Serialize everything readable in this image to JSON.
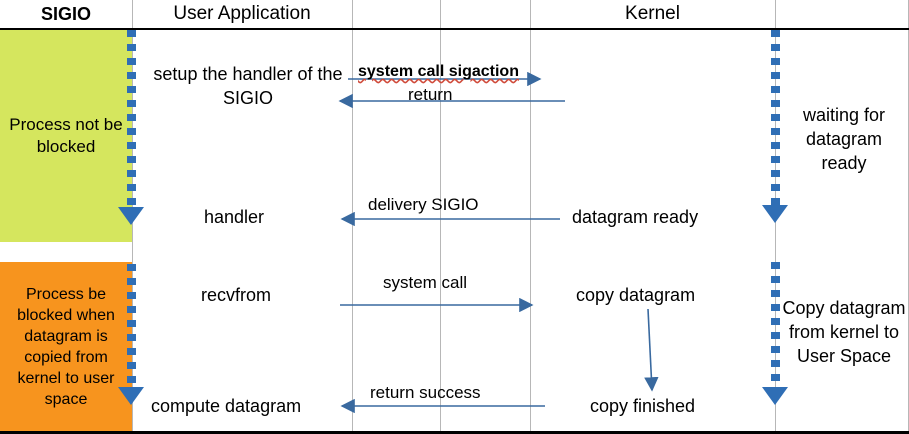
{
  "header": {
    "columns": [
      {
        "label": "SIGIO",
        "bold": true
      },
      {
        "label": "User Application",
        "bold": false
      },
      {
        "label": "Kernel",
        "bold": false
      }
    ]
  },
  "side_blocks": [
    {
      "label": "Process not be blocked",
      "color": "#d5e65e",
      "state": "not-blocked"
    },
    {
      "label": "Process be blocked when datagram is copied from kernel to user space",
      "color": "#f7941e",
      "state": "blocked"
    }
  ],
  "lifelines": [
    {
      "name": "sigio-lifeline",
      "color": "#2f6eb5"
    },
    {
      "name": "kernel-lifeline",
      "color": "#2f6eb5"
    }
  ],
  "user_actions": [
    {
      "label": "setup the handler of the SIGIO"
    },
    {
      "label": "handler"
    },
    {
      "label": "recvfrom"
    },
    {
      "label": "compute datagram"
    }
  ],
  "kernel_actions": [
    {
      "label": "datagram ready"
    },
    {
      "label": "copy datagram"
    },
    {
      "label": "copy finished"
    }
  ],
  "messages": [
    {
      "label": "system call sigaction",
      "direction": "right",
      "bold": true,
      "spellcheck_underline": true
    },
    {
      "label": "return",
      "direction": "left",
      "bold": false
    },
    {
      "label": "delivery SIGIO",
      "direction": "left",
      "bold": false
    },
    {
      "label": "system call",
      "direction": "right",
      "bold": false
    },
    {
      "label": "return success",
      "direction": "left",
      "bold": false
    }
  ],
  "right_notes": [
    {
      "label": "waiting for datagram ready"
    },
    {
      "label": "Copy datagram from kernel to User Space"
    }
  ],
  "colors": {
    "arrow": "#39699f",
    "lifeline": "#2f6eb5",
    "grid": "#b7b7b7",
    "green": "#d5e65e",
    "orange": "#f7941e",
    "rule": "#000000"
  }
}
